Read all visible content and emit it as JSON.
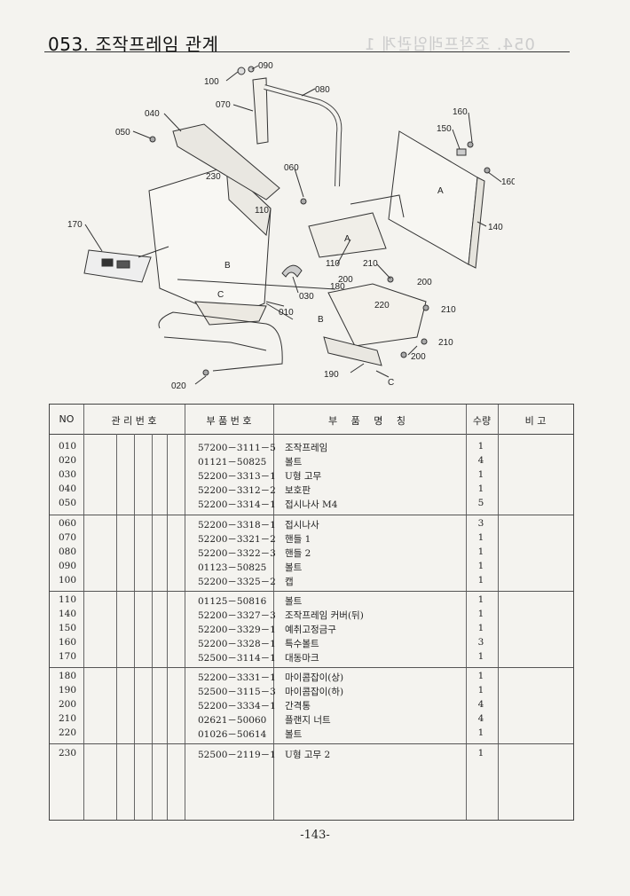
{
  "page": {
    "title": "053. 조작프레임 관계",
    "ghost_title": "054. 조작프레임관계 1",
    "page_number": "-143-"
  },
  "diagram": {
    "callouts": [
      "010",
      "020",
      "030",
      "040",
      "050",
      "060",
      "070",
      "080",
      "090",
      "100",
      "110",
      "140",
      "150",
      "160",
      "170",
      "180",
      "190",
      "200",
      "210",
      "220",
      "230"
    ],
    "markers": [
      "A",
      "B",
      "C"
    ],
    "labels": {
      "l090": "090",
      "l100": "100",
      "l080": "080",
      "l070": "070",
      "l040": "040",
      "l050": "050",
      "l160a": "160",
      "l150": "150",
      "l160b": "160",
      "l060": "060",
      "l230": "230",
      "lA1": "A",
      "lA2": "A",
      "l110a": "110",
      "l140": "140",
      "l170": "170",
      "l110b": "110",
      "l210a": "210",
      "l200a": "200",
      "l200b": "200",
      "lB1": "B",
      "l180": "180",
      "l030": "030",
      "l220": "220",
      "l210b": "210",
      "lC1": "C",
      "l010": "010",
      "lB2": "B",
      "l210c": "210",
      "l200c": "200",
      "l190": "190",
      "lC2": "C",
      "l020": "020"
    }
  },
  "table": {
    "headers": {
      "no": "NO",
      "mgmt": "관 리 번 호",
      "part_no": "부 품 번 호",
      "part_name": "부 품 명 칭",
      "qty": "수량",
      "remark": "비 고"
    },
    "rows": [
      {
        "no": "010",
        "part_no": "57200－3111－5",
        "name": "조작프레임",
        "qty": "1"
      },
      {
        "no": "020",
        "part_no": "01121－50825",
        "name": "볼트",
        "qty": "4"
      },
      {
        "no": "030",
        "part_no": "52200－3313－1",
        "name": "U형 고무",
        "qty": "1"
      },
      {
        "no": "040",
        "part_no": "52200－3312－2",
        "name": "보호판",
        "qty": "1"
      },
      {
        "no": "050",
        "part_no": "52200－3314－1",
        "name": "접시나사 M4",
        "qty": "5"
      },
      {
        "no": "060",
        "part_no": "52200－3318－1",
        "name": "접시나사",
        "qty": "3"
      },
      {
        "no": "070",
        "part_no": "52200－3321－2",
        "name": "핸들 1",
        "qty": "1"
      },
      {
        "no": "080",
        "part_no": "52200－3322－3",
        "name": "핸들 2",
        "qty": "1"
      },
      {
        "no": "090",
        "part_no": "01123－50825",
        "name": "볼트",
        "qty": "1"
      },
      {
        "no": "100",
        "part_no": "52200－3325－2",
        "name": "캡",
        "qty": "1"
      },
      {
        "no": "110",
        "part_no": "01125－50816",
        "name": "볼트",
        "qty": "1"
      },
      {
        "no": "140",
        "part_no": "52200－3327－3",
        "name": "조작프레임 커버(뒤)",
        "qty": "1"
      },
      {
        "no": "150",
        "part_no": "52200－3329－1",
        "name": "예취고정금구",
        "qty": "1"
      },
      {
        "no": "160",
        "part_no": "52200－3328－1",
        "name": "특수볼트",
        "qty": "3"
      },
      {
        "no": "170",
        "part_no": "52500－3114－1",
        "name": "대동마크",
        "qty": "1"
      },
      {
        "no": "180",
        "part_no": "52200－3331－1",
        "name": "마이콤잡이(상)",
        "qty": "1"
      },
      {
        "no": "190",
        "part_no": "52500－3115－3",
        "name": "마이콤잡이(하)",
        "qty": "1"
      },
      {
        "no": "200",
        "part_no": "52200－3334－1",
        "name": "간격통",
        "qty": "4"
      },
      {
        "no": "210",
        "part_no": "02621－50060",
        "name": "플랜지 너트",
        "qty": "4"
      },
      {
        "no": "220",
        "part_no": "01026－50614",
        "name": "볼트",
        "qty": "1"
      },
      {
        "no": "230",
        "part_no": "52500－2119－1",
        "name": "U형 고무 2",
        "qty": "1"
      }
    ]
  }
}
